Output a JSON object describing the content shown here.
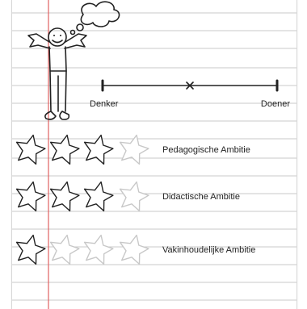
{
  "scale": {
    "left_label": "Denker",
    "right_label": "Doener",
    "position": 0.5
  },
  "ambitions": [
    {
      "label": "Pedagogische Ambitie",
      "stars_filled": 3,
      "stars_total": 4
    },
    {
      "label": "Didactische Ambitie",
      "stars_filled": 3,
      "stars_total": 4
    },
    {
      "label": "Vakinhoudelijke Ambitie",
      "stars_filled": 1,
      "stars_total": 4
    }
  ],
  "colors": {
    "margin_line": "#e06060",
    "ruled_line": "#c9c9c9",
    "ink": "#222222",
    "faded_ink": "#c8c8c8"
  }
}
